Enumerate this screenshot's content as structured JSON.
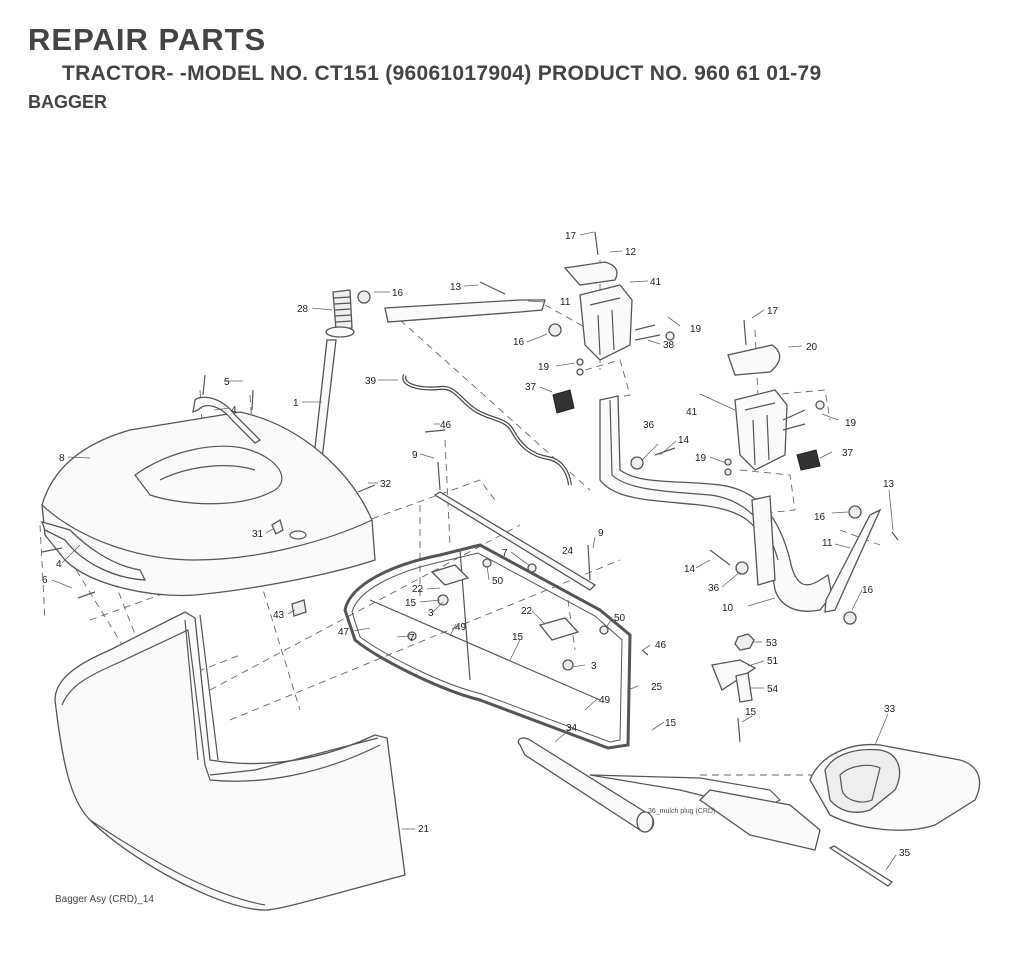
{
  "header": {
    "title": "REPAIR PARTS",
    "model_line": "TRACTOR- -MODEL NO. CT151 (96061017904) PRODUCT NO. 960 61 01-79",
    "section": "BAGGER"
  },
  "diagram": {
    "caption": "Bagger Asy (CRD)_14",
    "mulch_plug_note": "36_mulch plug (CRD)",
    "callouts": [
      "1",
      "3",
      "4",
      "5",
      "6",
      "7",
      "8",
      "9",
      "10",
      "11",
      "12",
      "13",
      "14",
      "15",
      "16",
      "17",
      "19",
      "20",
      "21",
      "22",
      "24",
      "25",
      "28",
      "31",
      "32",
      "33",
      "34",
      "35",
      "36",
      "37",
      "38",
      "39",
      "41",
      "43",
      "46",
      "47",
      "49",
      "50",
      "51",
      "53",
      "54"
    ]
  },
  "colors": {
    "line": "#555555",
    "text": "#222222"
  }
}
